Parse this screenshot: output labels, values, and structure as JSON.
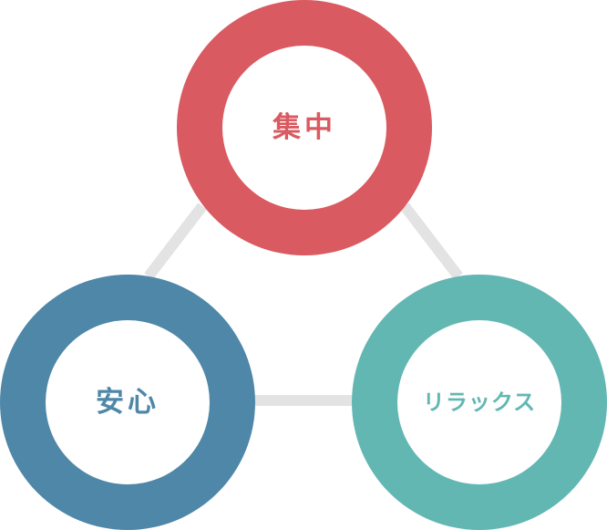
{
  "diagram": {
    "connector_color": "#e3e3e3",
    "nodes": [
      {
        "id": "focus",
        "label": "集中",
        "color": "#d95a60"
      },
      {
        "id": "relax",
        "label": "リラックス",
        "color": "#62b7b3"
      },
      {
        "id": "safety",
        "label": "安心",
        "color": "#4e87a7"
      }
    ]
  }
}
